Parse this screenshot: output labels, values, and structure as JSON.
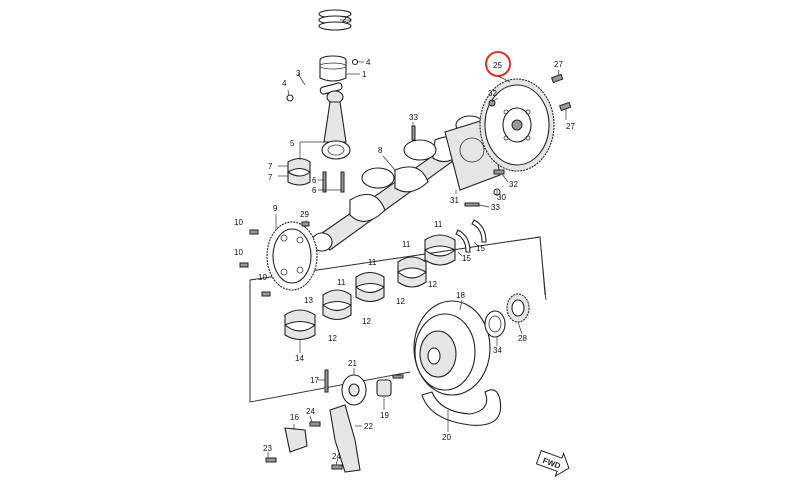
{
  "diagram": {
    "callouts": {
      "c1": "1",
      "c2": "2",
      "c3": "3",
      "c4a": "4",
      "c4b": "4",
      "c5": "5",
      "c6a": "6",
      "c6b": "6",
      "c7a": "7",
      "c7b": "7",
      "c8": "8",
      "c9": "9",
      "c10a": "10",
      "c10b": "10",
      "c10c": "10",
      "c11a": "11",
      "c11b": "11",
      "c11c": "11",
      "c11d": "11",
      "c12a": "12",
      "c12b": "12",
      "c12c": "12",
      "c12d": "12",
      "c13": "13",
      "c14": "14",
      "c15a": "15",
      "c15b": "15",
      "c16": "16",
      "c17": "17",
      "c18": "18",
      "c19": "19",
      "c20": "20",
      "c21": "21",
      "c22": "22",
      "c23": "23",
      "c24a": "24",
      "c24b": "24",
      "c25": "25",
      "c27a": "27",
      "c27b": "27",
      "c28": "28",
      "c29": "29",
      "c30": "30",
      "c31": "31",
      "c32a": "32",
      "c32b": "32",
      "c33a": "33",
      "c33b": "33",
      "c34": "34"
    },
    "highlighted_part": "25",
    "highlight_color": "#d9342b",
    "direction_badge": "FWD"
  }
}
